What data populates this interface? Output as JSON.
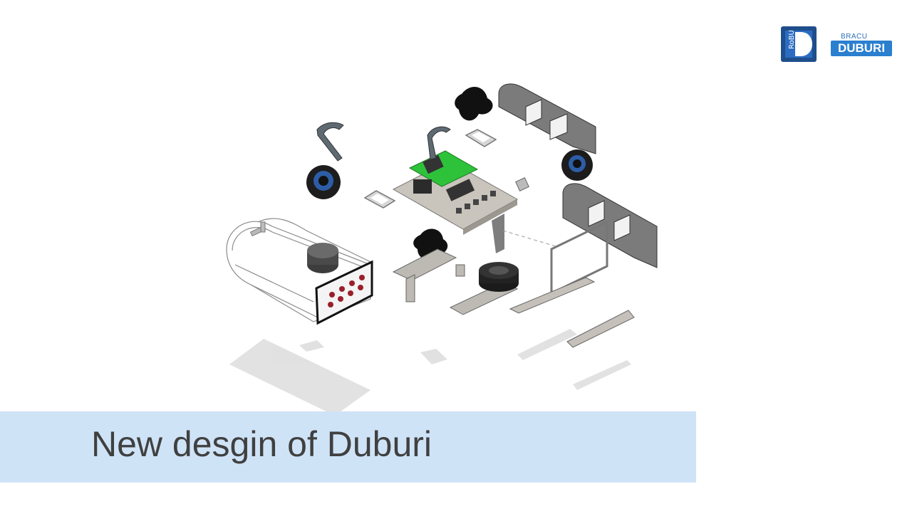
{
  "caption": "New desgin of Duburi",
  "logos": {
    "robu": "RoBU",
    "duburi_prefix": "BRACU",
    "duburi_name": "DUBURI"
  },
  "colors": {
    "caption_band": "#cfe3f7",
    "caption_text": "#404040",
    "pcb_green": "#2ec23a",
    "brand_blue": "#2b7fcf"
  }
}
